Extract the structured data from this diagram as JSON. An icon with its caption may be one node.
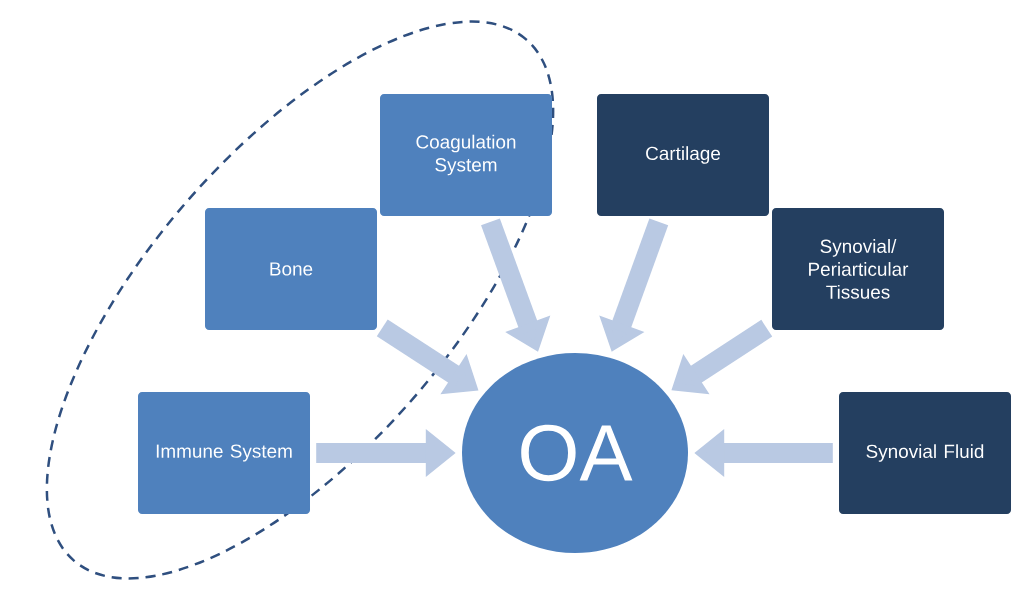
{
  "diagram": {
    "nodes": [
      {
        "text": [
          "Immune System"
        ]
      },
      {
        "text": [
          "Bone"
        ]
      },
      {
        "text": [
          "Coagulation System"
        ]
      },
      {
        "text": [
          "Cartilage"
        ]
      },
      {
        "text": [
          "Synovial/ Periarticular Tissues"
        ]
      },
      {
        "text": [
          "Synovial Fluid"
        ]
      },
      {
        "text": [
          "OA"
        ]
      }
    ],
    "edges": [
      {
        "from": 0,
        "to": 6,
        "arrow": "to"
      },
      {
        "from": 1,
        "to": 6,
        "arrow": "to"
      },
      {
        "from": 2,
        "to": 6,
        "arrow": "to"
      },
      {
        "from": 3,
        "to": 6,
        "arrow": "to"
      },
      {
        "from": 4,
        "to": 6,
        "arrow": "to"
      },
      {
        "from": 5,
        "to": 6,
        "arrow": "to"
      }
    ]
  }
}
